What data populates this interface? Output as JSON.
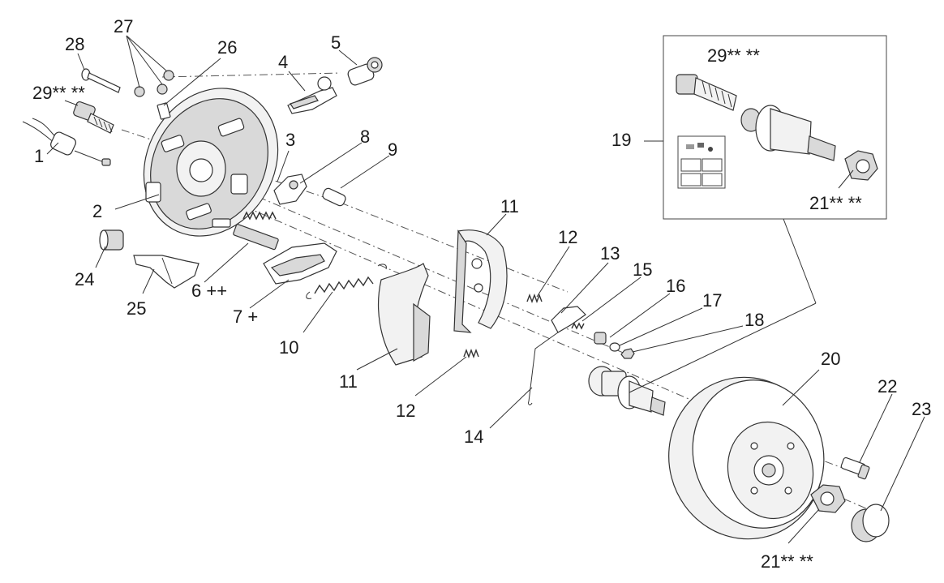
{
  "labels": {
    "l1": "1",
    "l2": "2",
    "l3": "3",
    "l4": "4",
    "l5": "5",
    "l6": "6 ++",
    "l7": "7 +",
    "l8": "8",
    "l9": "9",
    "l10": "10",
    "l11a": "11",
    "l11b": "11",
    "l12a": "12",
    "l12b": "12",
    "l13": "13",
    "l14": "14",
    "l15": "15",
    "l16": "16",
    "l17": "17",
    "l18": "18",
    "l19": "19",
    "l20": "20",
    "l21a": "21** **",
    "l21b": "21** **",
    "l22": "22",
    "l23": "23",
    "l24": "24",
    "l25": "25",
    "l26": "26",
    "l27": "27",
    "l28": "28",
    "l29a": "29** **",
    "l29b": "29** **"
  }
}
